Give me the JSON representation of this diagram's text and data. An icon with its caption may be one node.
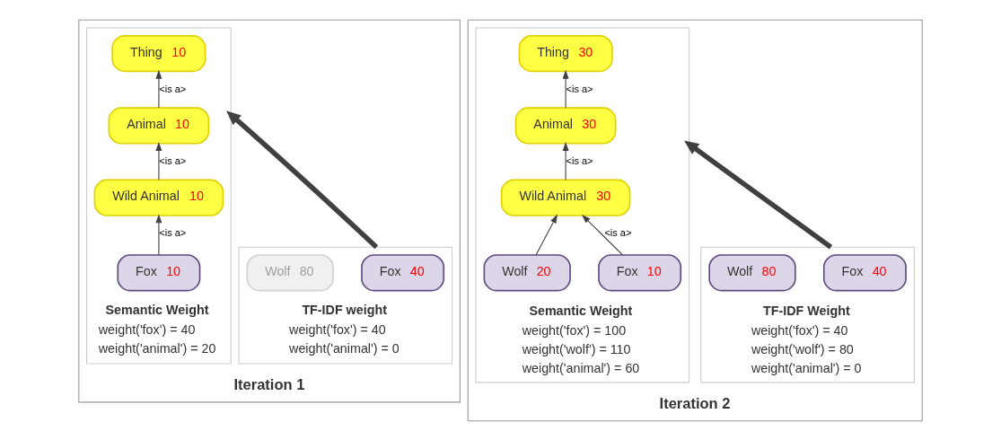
{
  "diagram": {
    "nodes": [
      {
        "text": [
          "Iteration 1"
        ]
      },
      {
        "text": [
          "TF-IDF weight",
          "weight('fox') = 40",
          "weight('animal') = 0"
        ],
        "in": 0
      },
      {
        "text": [
          "Fox",
          "40"
        ],
        "in": 1
      },
      {
        "text": [
          "Wolf",
          "80"
        ],
        "in": 1
      },
      {
        "text": [
          "Semantic Weight",
          "weight('fox') = 40",
          "weight('animal') = 20"
        ],
        "in": 0
      },
      {
        "text": [
          "Thing",
          "10"
        ],
        "in": 4
      },
      {
        "text": [
          "Animal",
          "10"
        ],
        "in": 4
      },
      {
        "text": [
          "Wild Animal",
          "10"
        ],
        "in": 4
      },
      {
        "text": [
          "Fox",
          "10"
        ],
        "in": 4
      },
      {
        "text": [
          "Iteration 2"
        ]
      },
      {
        "text": [
          "TF-IDF Weight",
          "weight('fox') = 40",
          "weight('wolf') = 80",
          "weight('animal') = 0"
        ],
        "in": 9
      },
      {
        "text": [
          "Fox",
          "40"
        ],
        "in": 10
      },
      {
        "text": [
          "Wolf",
          "80"
        ],
        "in": 10
      },
      {
        "text": [
          "Semantic Weight",
          "weight('fox') = 100",
          "weight('wolf') = 110",
          "weight('animal') = 60"
        ],
        "in": 9
      },
      {
        "text": [
          "Thing",
          "30"
        ],
        "in": 13
      },
      {
        "text": [
          "Animal",
          "30"
        ],
        "in": 13
      },
      {
        "text": [
          "Wild Animal",
          "30"
        ],
        "in": 13
      },
      {
        "text": [
          "Fox",
          "10"
        ],
        "in": 13
      },
      {
        "text": [
          "Wolf",
          "20"
        ],
        "in": 13
      }
    ],
    "edges": [
      {
        "from": 6,
        "to": 5,
        "arrow": "to",
        "label": "<is a>"
      },
      {
        "from": 7,
        "to": 6,
        "arrow": "to",
        "label": "<is a>"
      },
      {
        "from": 8,
        "to": 7,
        "arrow": "to",
        "label": "<is a>"
      },
      {
        "from": 15,
        "to": 14,
        "arrow": "to",
        "label": "<is a>"
      },
      {
        "from": 16,
        "to": 15,
        "arrow": "to",
        "label": "<is a>"
      },
      {
        "from": 17,
        "to": 16,
        "arrow": "to",
        "label": "<is a>"
      },
      {
        "from": 18,
        "to": 16,
        "arrow": "to"
      },
      {
        "from": 1,
        "to": 4,
        "arrow": "to",
        "style": "thick"
      },
      {
        "from": 10,
        "to": 13,
        "arrow": "to",
        "style": "thick"
      }
    ]
  }
}
